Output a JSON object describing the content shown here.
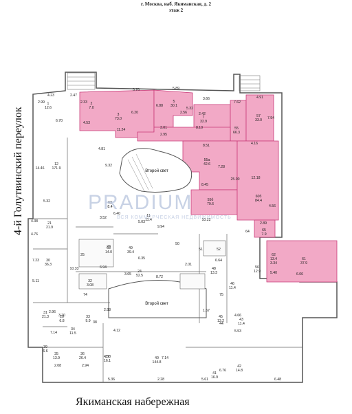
{
  "header": {
    "address": "г. Москва, наб. Якиманская, д. 2",
    "floor": "этаж 2"
  },
  "streets": {
    "west": "4-й Голутвинский переулок",
    "south": "Якиманская набережная"
  },
  "watermark": {
    "brand": "PRADIUM",
    "subtitle": "ВСЯ КОММЕРЧЕСКАЯ НЕДВИЖИМОСТЬ"
  },
  "atriums": [
    {
      "label": "Второй свет"
    },
    {
      "label": "Второй свет"
    }
  ],
  "colors": {
    "rented": "#f2a9c6",
    "rented_edge": "#c83a78",
    "wall": "#555555",
    "free": "#ffffff"
  },
  "rooms_highlighted": [
    {
      "no": "1",
      "area": "12.6"
    },
    {
      "no": "2",
      "area": "7.0"
    },
    {
      "no": "3",
      "area": "73.0"
    },
    {
      "no": "5",
      "area": "30.1"
    },
    {
      "no": "7",
      "area": "32.9"
    },
    {
      "no": "55",
      "area": "66.3"
    },
    {
      "no": "57",
      "area": "33.0"
    },
    {
      "no": "55а",
      "area": "42.6"
    },
    {
      "no": "55б",
      "area": "79.6"
    },
    {
      "no": "60б",
      "area": "84.4"
    },
    {
      "no": "62",
      "area": "13.4"
    },
    {
      "no": "61",
      "area": "37.9"
    }
  ],
  "rooms_other": [
    {
      "no": "12",
      "area": "171.9"
    },
    {
      "no": "21",
      "area": "21.9"
    },
    {
      "no": "30",
      "area": "36.3"
    },
    {
      "no": "49",
      "area": "39.4"
    },
    {
      "no": "68",
      "area": "14.0"
    },
    {
      "no": "24",
      "area": "52.5"
    },
    {
      "no": "32",
      "area": "3.08"
    },
    {
      "no": "48",
      "area": "13.3"
    },
    {
      "no": "46",
      "area": "11.4"
    },
    {
      "no": "45",
      "area": "13.2"
    },
    {
      "no": "43",
      "area": "11.4"
    },
    {
      "no": "33",
      "area": "9.9"
    },
    {
      "no": "34",
      "area": "11.5"
    },
    {
      "no": "20",
      "area": "6.8"
    },
    {
      "no": "31",
      "area": "21.3"
    },
    {
      "no": "35",
      "area": "13.9"
    },
    {
      "no": "36",
      "area": "26.4"
    },
    {
      "no": "37",
      "area": "16.1"
    },
    {
      "no": "40",
      "area": "144.8"
    },
    {
      "no": "41",
      "area": "16.9"
    },
    {
      "no": "42",
      "area": "14.8"
    },
    {
      "no": "11",
      "area": "11.4"
    },
    {
      "no": "63",
      "area": "8.4"
    },
    {
      "no": "65",
      "area": "7.9"
    },
    {
      "no": "56",
      "area": "12.9"
    },
    {
      "no": "39",
      "area": "6.6"
    },
    {
      "no": "28",
      "area": ""
    },
    {
      "no": "25",
      "area": ""
    },
    {
      "no": "74",
      "area": ""
    },
    {
      "no": "75",
      "area": ""
    },
    {
      "no": "64",
      "area": ""
    },
    {
      "no": "50",
      "area": ""
    },
    {
      "no": "51",
      "area": ""
    },
    {
      "no": "52",
      "area": ""
    },
    {
      "no": "44",
      "area": ""
    },
    {
      "no": "38",
      "area": ""
    }
  ],
  "dimensions": [
    "4.23",
    "2.99",
    "2.47",
    "5.76",
    "5.89",
    "3.66",
    "4.91",
    "6.70",
    "4.53",
    "2.33",
    "6.20",
    "6.88",
    "3.01",
    "2.56",
    "5.32",
    "2.95",
    "2.42",
    "8.10",
    "7.62",
    "7.94",
    "11.24",
    "4.81",
    "9.32",
    "8.51",
    "4.16",
    "14.46",
    "7.28",
    "12.18",
    "25.00",
    "8.45",
    "5.32",
    "4.38",
    "4.76",
    "3.52",
    "6.40",
    "5.03",
    "9.94",
    "10.22",
    "2.89",
    "4.56",
    "7.23",
    "5.11",
    "10.33",
    "6.94",
    "6.35",
    "3.65",
    "8.72",
    "2.01",
    "6.64",
    "3.34",
    "5.40",
    "6.06",
    "2.96",
    "7.14",
    "2.98",
    "4.12",
    "1.67",
    "5.53",
    "4.66",
    "2.08",
    "2.94",
    "5.36",
    "2.28",
    "5.61",
    "6.48",
    "4.58",
    "7.14",
    "6.76",
    "3.70"
  ]
}
